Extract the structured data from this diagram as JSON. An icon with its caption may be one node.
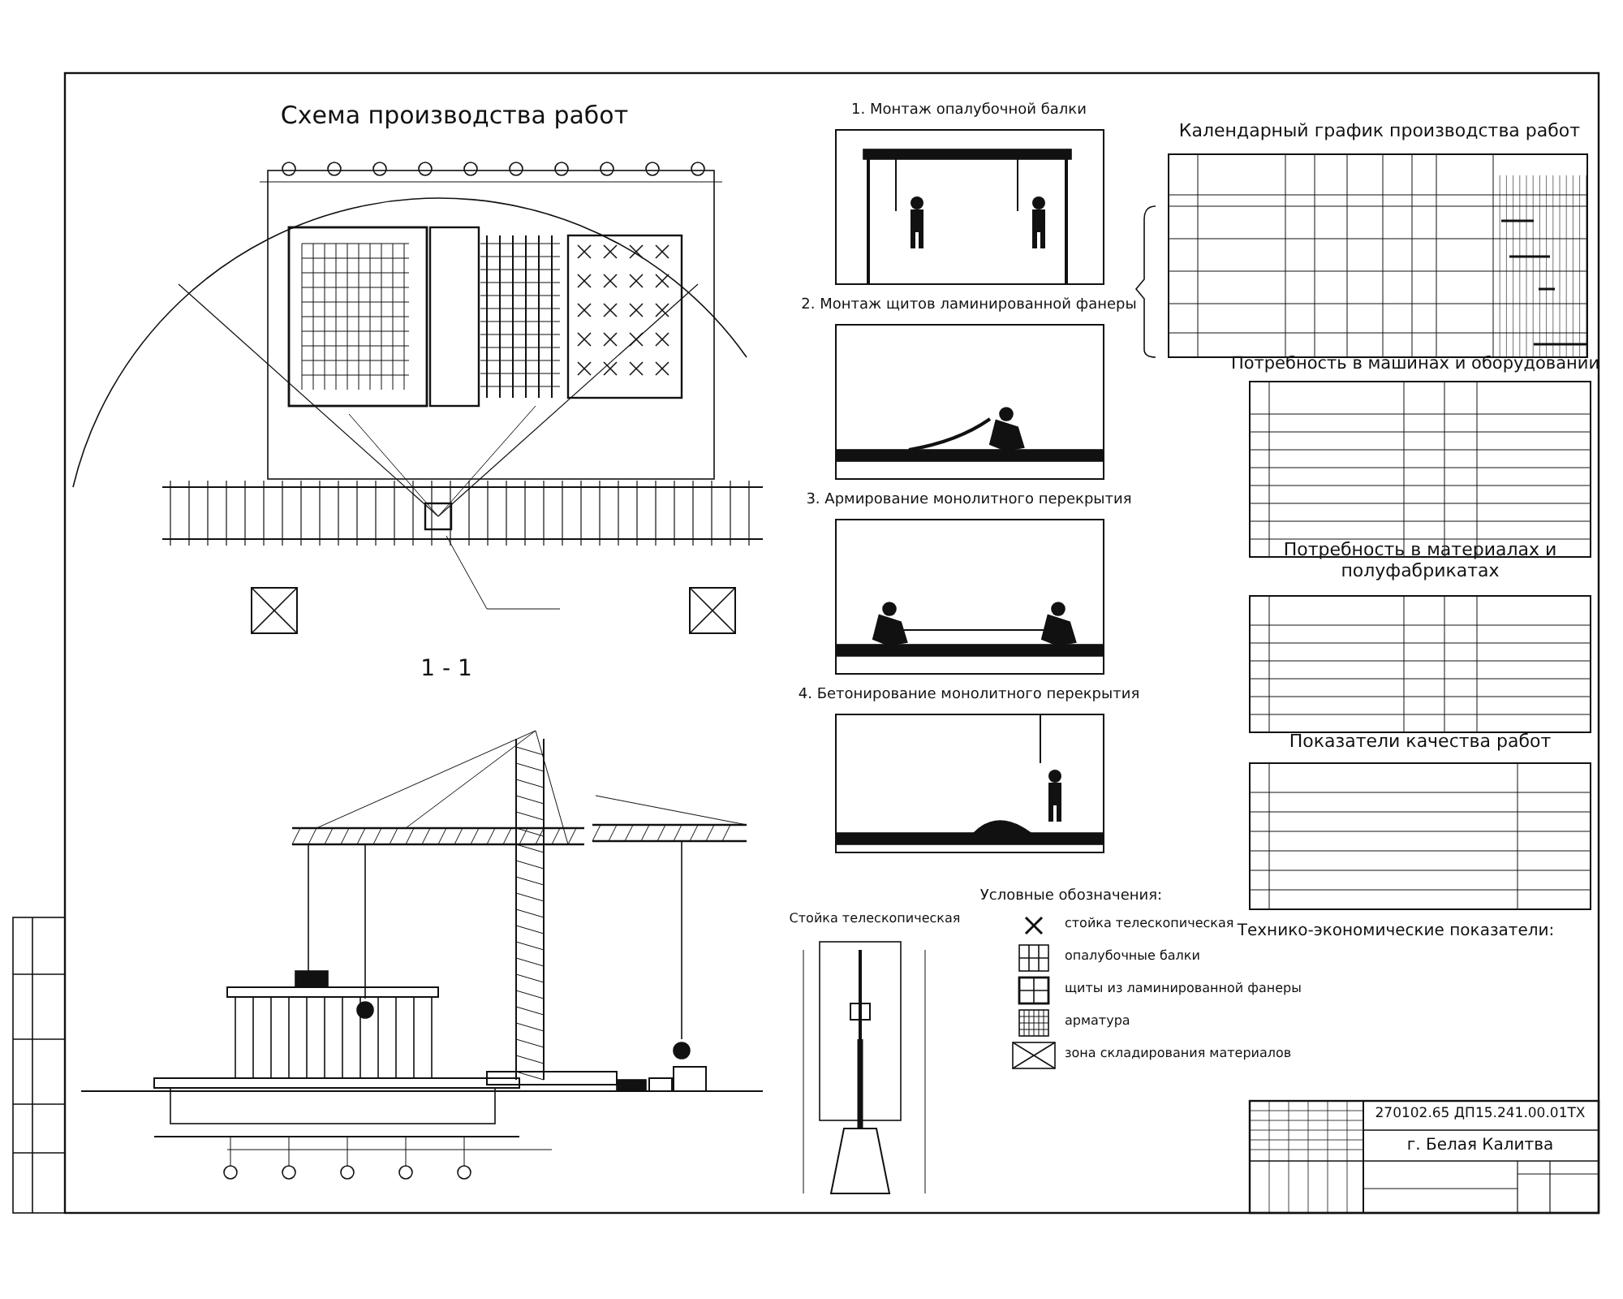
{
  "diagram": {
    "labels": [
      "Схема производства работ",
      "1 - 1",
      "1. Монтаж опалубочной балки",
      "2. Монтаж щитов ламинированной фанеры",
      "3. Армирование монолитного перекрытия",
      "4. Бетонирование монолитного перекрытия",
      "Календарный график производства работ",
      "Потребность в машинах и оборудовании",
      "Потребность в материалах и полуфабрикатах",
      "Показатели качества работ",
      "Технико-экономические показатели:",
      "Условные обозначения:",
      "Стойка телескопическая",
      "270102.65 ДП15.241.00.01ТХ",
      "г. Белая Калитва"
    ],
    "legend": [
      {
        "text": "стойка телескопическая"
      },
      {
        "text": "опалубочные балки"
      },
      {
        "text": "щиты из ламинированной фанеры"
      },
      {
        "text": "арматура"
      },
      {
        "text": "зона складирования материалов"
      }
    ]
  }
}
